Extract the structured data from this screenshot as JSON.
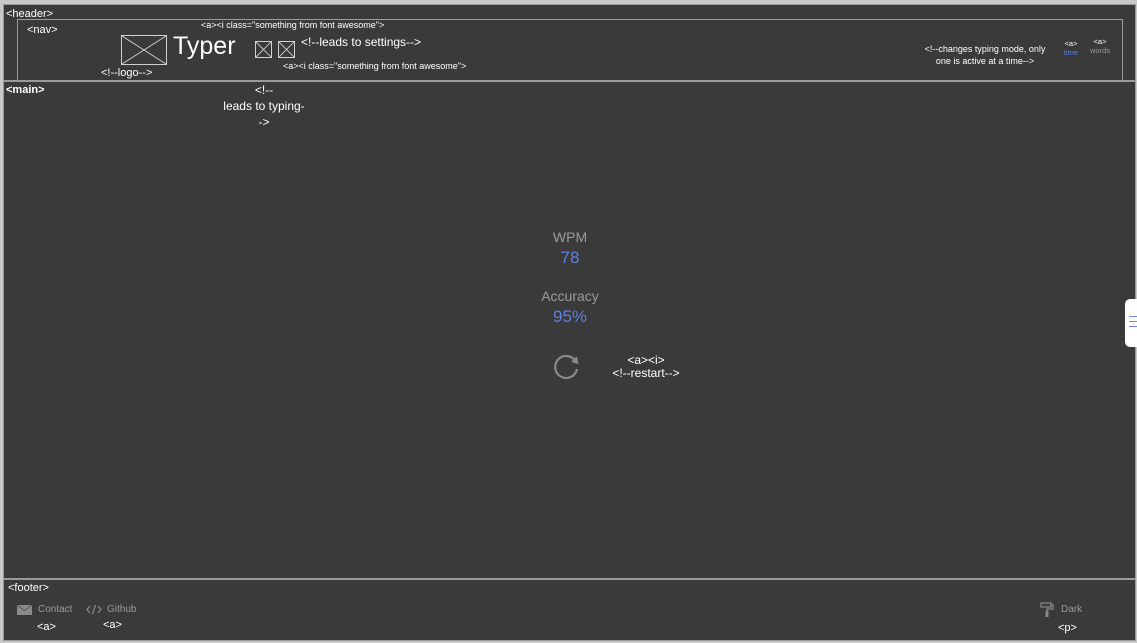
{
  "labels": {
    "header_tag": "<header>",
    "nav_tag": "<nav>",
    "main_tag": "<main>",
    "footer_tag": "<footer>",
    "logo_comment": "<!--logo-->",
    "icon1_comment": "<a><i class=\"something from font awesome\">",
    "icon2_comment": "<a><i class=\"something from font awesome\">",
    "settings_comment": "<!--leads to settings-->",
    "typing_comment_line1": "<!--",
    "typing_comment_line2": "leads to typing-",
    "typing_comment_line3": "->",
    "mode_comment_line1": "<!--changes typing mode, only",
    "mode_comment_line2": "one is active at a time-->",
    "restart_comment_line1": "<a><i>",
    "restart_comment_line2": "<!--restart-->",
    "contact_anchor": "<a>",
    "github_anchor": "<a>",
    "dark_tag": "<p>"
  },
  "brand": {
    "title": "Typer"
  },
  "modes": [
    {
      "tag": "<a>",
      "label": "time",
      "active": true
    },
    {
      "tag": "<a>",
      "label": "words",
      "active": false
    }
  ],
  "stats": {
    "wpm_label": "WPM",
    "wpm_value": "78",
    "accuracy_label": "Accuracy",
    "accuracy_value": "95%"
  },
  "footer": {
    "contact_label": "Contact",
    "github_label": "Github",
    "theme_label": "Dark"
  },
  "icons": {
    "logo": "image-placeholder-icon",
    "nav_icon_1": "image-placeholder-icon",
    "nav_icon_2": "image-placeholder-icon",
    "restart": "restart-icon",
    "contact": "envelope-icon",
    "github": "code-icon",
    "theme": "paint-roller-icon",
    "side_tab": "menu-lines-icon"
  },
  "colors": {
    "background": "#3a3a3a",
    "accent": "#5b7fe6",
    "muted": "#9a9a9a",
    "border": "#9a9a9a"
  }
}
